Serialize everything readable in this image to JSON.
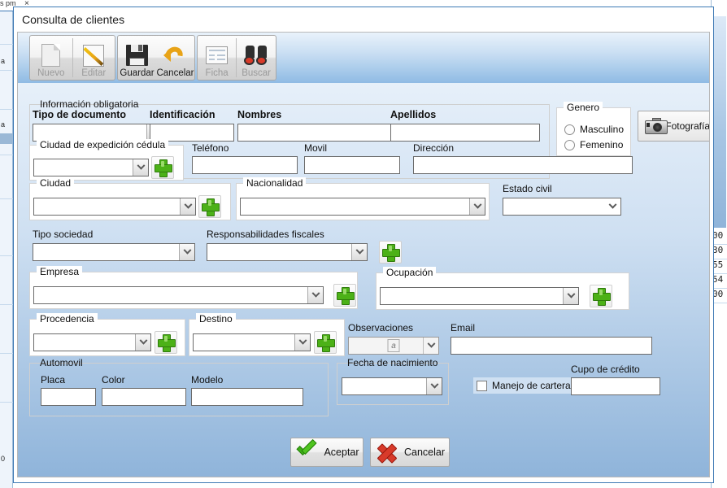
{
  "background": {
    "tab_text": "s pm",
    "tab_close": "×",
    "left_letters": [
      "a",
      "a"
    ],
    "right_cells": [
      "00",
      "30",
      "55",
      "54",
      "00"
    ]
  },
  "window": {
    "title": "Consulta de clientes"
  },
  "toolbar": {
    "buttons": [
      {
        "label": "Nuevo",
        "icon": "new-page-icon",
        "enabled": false
      },
      {
        "label": "Editar",
        "icon": "edit-pencil-icon",
        "enabled": false
      },
      {
        "label": "Guardar",
        "icon": "save-disk-icon",
        "enabled": true
      },
      {
        "label": "Cancelar",
        "icon": "undo-arrow-icon",
        "enabled": true
      },
      {
        "label": "Ficha",
        "icon": "card-icon",
        "enabled": false
      },
      {
        "label": "Buscar",
        "icon": "binoculars-icon",
        "enabled": false
      }
    ]
  },
  "form": {
    "required_group_legend": "Información obligatoria",
    "tipo_documento": {
      "label": "Tipo de documento",
      "value": ""
    },
    "identificacion": {
      "label": "Identificación",
      "value": ""
    },
    "nombres": {
      "label": "Nombres",
      "value": ""
    },
    "apellidos": {
      "label": "Apellidos",
      "value": ""
    },
    "ciudad_expedicion": {
      "label": "Ciudad de expedición cédula",
      "value": ""
    },
    "telefono": {
      "label": "Teléfono",
      "value": ""
    },
    "movil": {
      "label": "Movil",
      "value": ""
    },
    "direccion": {
      "label": "Dirección",
      "value": ""
    },
    "genero": {
      "legend": "Genero",
      "options": [
        "Masculino",
        "Femenino"
      ],
      "selected": ""
    },
    "fotografia": {
      "label": "Fotografía",
      "icon": "camera-icon"
    },
    "ciudad": {
      "label": "Ciudad",
      "value": ""
    },
    "nacionalidad": {
      "label": "Nacionalidad",
      "value": ""
    },
    "estado_civil": {
      "label": "Estado civil",
      "value": ""
    },
    "tipo_sociedad": {
      "label": "Tipo sociedad",
      "value": ""
    },
    "responsabilidades_fiscales": {
      "label": "Responsabilidades fiscales",
      "value": ""
    },
    "empresa": {
      "label": "Empresa",
      "value": ""
    },
    "ocupacion": {
      "label": "Ocupación",
      "value": ""
    },
    "procedencia": {
      "label": "Procedencia",
      "value": ""
    },
    "destino": {
      "label": "Destino",
      "value": ""
    },
    "observaciones": {
      "label": "Observaciones",
      "value": "",
      "icon": "text-document-icon"
    },
    "email": {
      "label": "Email",
      "value": ""
    },
    "automovil": {
      "legend": "Automovil",
      "placa": {
        "label": "Placa",
        "value": ""
      },
      "color": {
        "label": "Color",
        "value": ""
      },
      "modelo": {
        "label": "Modelo",
        "value": ""
      }
    },
    "fecha_nacimiento": {
      "label": "Fecha de nacimiento",
      "value": ""
    },
    "manejo_cartera": {
      "label": "Manejo de cartera",
      "checked": false
    },
    "cupo_credito": {
      "label": "Cupo de crédito",
      "value": ""
    },
    "add_button_label": "+"
  },
  "footer": {
    "accept": {
      "label": "Aceptar",
      "icon": "green-check-icon"
    },
    "cancel": {
      "label": "Cancelar",
      "icon": "red-x-icon"
    }
  },
  "colors": {
    "accent": "#3e7ab5",
    "panel_top": "#eef5fc",
    "panel_bottom": "#8fb4da",
    "plus_green": "#4cb117",
    "accept_green": "#4fc420",
    "cancel_red": "#d83a2a"
  }
}
